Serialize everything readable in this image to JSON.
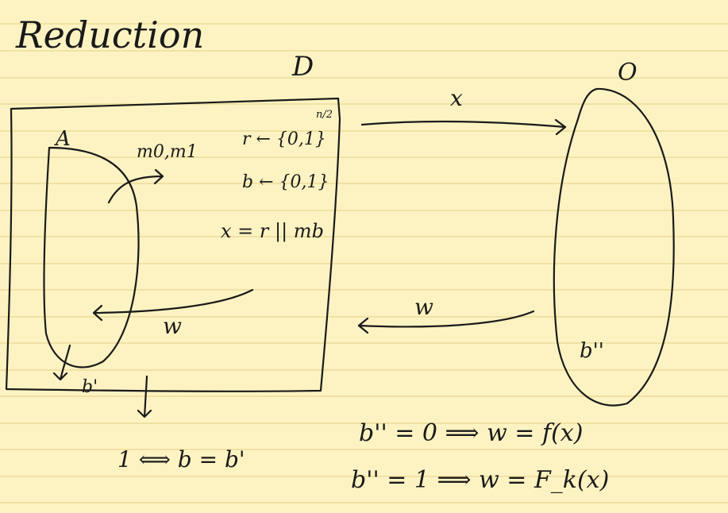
{
  "title": "Reduction",
  "distinguisher_label": "D",
  "adversary_label": "A",
  "oracle_label": "O",
  "adversary_input": "m0,m1",
  "setup_lines": [
    "r ← {0,1}",
    "b ← {0,1}",
    "x = r || mb"
  ],
  "setup_exponent": "n/2",
  "arrow_to_oracle_label": "x",
  "arrow_from_oracle_label": "w",
  "arrow_to_adversary_label": "w",
  "adversary_output": "b'",
  "oracle_bit": "b''",
  "distinguisher_output": "1 ⟺ b = b'",
  "cases": [
    "b'' = 0  ⟹  w = f(x)",
    "b'' = 1  ⟹  w = F_k(x)"
  ],
  "colors": {
    "paper": "#fdf3c2",
    "rule": "#e3cf87",
    "ink": "#1a1a1a"
  }
}
